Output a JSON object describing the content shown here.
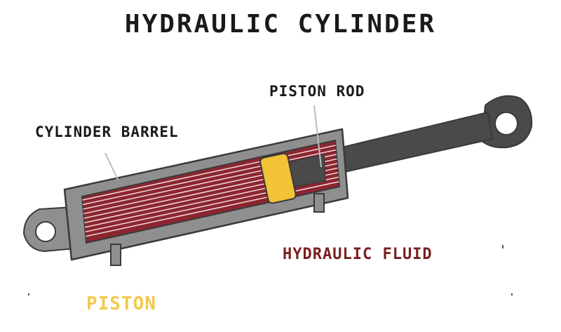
{
  "title": "HYDRAULIC CYLINDER",
  "labels": {
    "piston_rod": "PISTON ROD",
    "cylinder_barrel": "CYLINDER BARREL",
    "hydraulic_fluid": "HYDRAULIC FLUID",
    "piston": "PISTON"
  },
  "colors": {
    "title_text": "#1a1a1a",
    "fluid_label": "#7a1f1f",
    "piston_label": "#f2c94c",
    "fluid": "#8b2630",
    "piston": "#f2c335",
    "metal_dark": "#4a4a4a",
    "metal_light": "#8f8f8f",
    "outline": "#3a3a3a"
  }
}
